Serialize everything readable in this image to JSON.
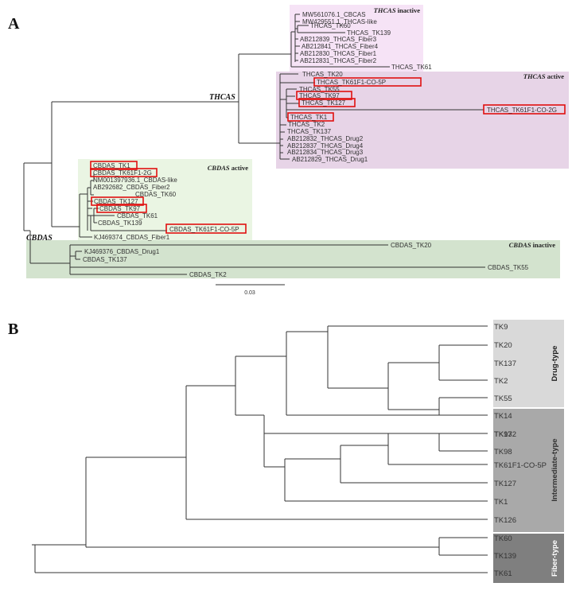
{
  "panel_a": {
    "letter": "A",
    "clade_labels": {
      "thcas": "THCAS",
      "cbdas": "CBDAS"
    },
    "categories": {
      "thcas_inactive": {
        "name": "THCAS",
        "suffix": " inactive",
        "color": "#f6e3f6"
      },
      "thcas_active": {
        "name": "THCAS",
        "suffix": " active",
        "color": "#e7d4e7"
      },
      "cbdas_active": {
        "name": "CBDAS",
        "suffix": " active",
        "color": "#eaf5e3"
      },
      "cbdas_inactive": {
        "name": "CBDAS",
        "suffix": " inactive",
        "color": "#d3e3ce"
      }
    },
    "scale_bar": "0.03",
    "highlight_color": "#e01010",
    "leaves": {
      "mw561076": "MW561076.1_CBCAS",
      "mw429551": "MW429551.1_THCAS-like",
      "thcas_tk60": "THCAS_TK60",
      "thcas_tk139": "THCAS_TK139",
      "ab212839": "AB212839_THCAS_Fiber3",
      "ab212841": "AB212841_THCAS_Fiber4",
      "ab212830": "AB212830_THCAS_Fiber1",
      "ab212831": "AB212831_THCAS_Fiber2",
      "thcas_tk61": "THCAS_TK61",
      "thcas_tk20": "THCAS_TK20",
      "thcas_tk61f1_5p": "THCAS_TK61F1-CO-5P",
      "thcas_tk55": "THCAS_TK55",
      "thcas_tk97": "THCAS_TK97",
      "thcas_tk127": "THCAS_TK127",
      "thcas_tk61f1_2g": "THCAS_TK61F1-CO-2G",
      "thcas_tk1": "THCAS_TK1",
      "thcas_tk2": "THCAS_TK2",
      "thcas_tk137": "THCAS_TK137",
      "ab212832": "AB212832_THCAS_Drug2",
      "ab212837": "AB212837_THCAS_Drug4",
      "ab212834": "AB212834_THCAS_Drug3",
      "ab212829": "AB212829_THCAS_Drug1",
      "cbdas_tk1": "CBDAS_TK1",
      "cbdas_tk61f1_2g": "CBDAS_TK61F1-2G",
      "nm001397936": "NM001397936.1_CBDAS-like",
      "ab292682": "AB292682_CBDAS_Fiber2",
      "cbdas_tk60": "CBDAS_TK60",
      "cbdas_tk127": "CBDAS_TK127",
      "cbdas_tk97": "CBDAS_TK97",
      "cbdas_tk61": "CBDAS_TK61",
      "cbdas_tk139": "CBDAS_TK139",
      "cbdas_tk61f1_5p": "CBDAS_TK61F1-CO-5P",
      "kj469374": "KJ469374_CBDAS_Fiber1",
      "cbdas_tk20": "CBDAS_TK20",
      "kj469376": "KJ469376_CBDAS_Drug1",
      "cbdas_tk137": "CBDAS_TK137",
      "cbdas_tk55": "CBDAS_TK55",
      "cbdas_tk2": "CBDAS_TK2"
    }
  },
  "panel_b": {
    "letter": "B",
    "leaves": {
      "tk9": "TK9",
      "tk20": "TK20",
      "tk137": "TK137",
      "tk2": "TK2",
      "tk55": "TK55",
      "tk14": "TK14",
      "tk132": "TK132",
      "tk97": "TK97",
      "tk98": "TK98",
      "tk61f1": "TK61F1-CO-5P",
      "tk127": "TK127",
      "tk1": "TK1",
      "tk126": "TK126",
      "tk60": "TK60",
      "tk139": "TK139",
      "tk61": "TK61"
    },
    "groups": {
      "drug": {
        "label": "Drug-type",
        "color": "#d9d9d9",
        "text_color": "#222222"
      },
      "intermediate": {
        "label": "Intermediate-type",
        "color": "#a9a9a9",
        "text_color": "#333333"
      },
      "fiber": {
        "label": "Fiber-type",
        "color": "#7f7f7f",
        "text_color": "#ffffff"
      }
    }
  }
}
